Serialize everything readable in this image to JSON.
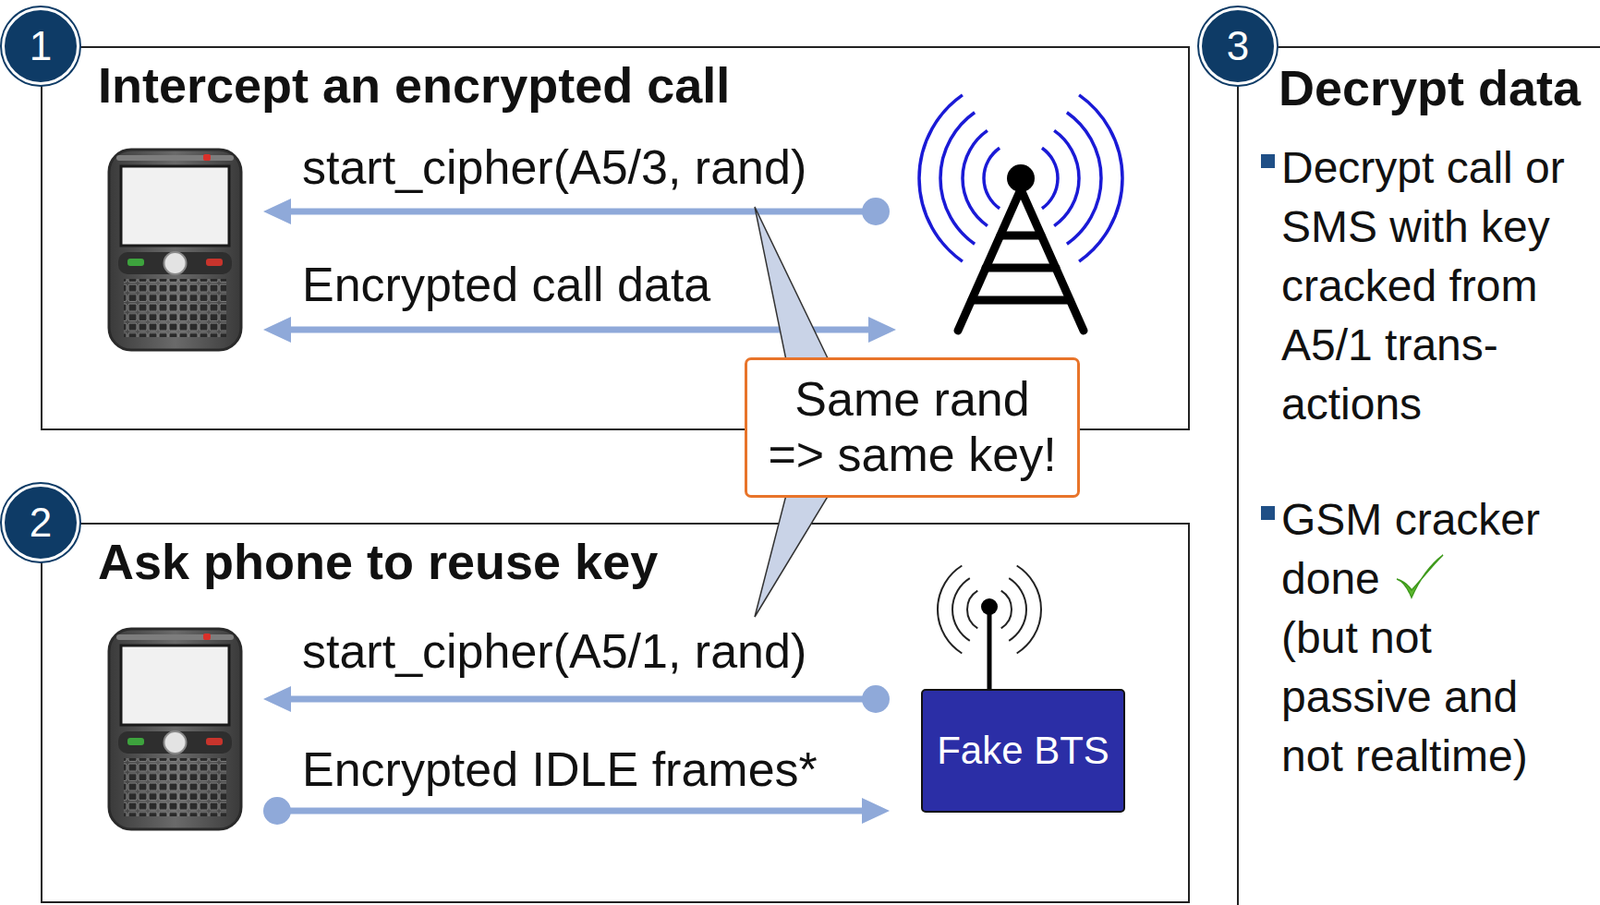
{
  "diagram": {
    "nodes": [
      {
        "text": [
          "1"
        ]
      },
      {
        "text": [
          "Intercept an encrypted call"
        ]
      },
      {
        "text": [
          "Same rand => same key!"
        ]
      },
      {
        "text": [
          "2"
        ]
      },
      {
        "text": [
          "Ask phone to reuse key"
        ]
      },
      {
        "text": [
          "Fake BTS"
        ],
        "in": 4
      },
      {
        "text": [
          "3"
        ]
      },
      {
        "text": [
          "Decrypt data",
          "Decrypt call or SMS with key cracked from A5/1 trans-actions",
          "GSM cracker done",
          "(but not passive and not realtime)"
        ]
      }
    ],
    "labels": [
      "start_cipher(A5/3, rand)",
      "Encrypted call data",
      "start_cipher(A5/1, rand)",
      "Encrypted IDLE frames*"
    ]
  }
}
